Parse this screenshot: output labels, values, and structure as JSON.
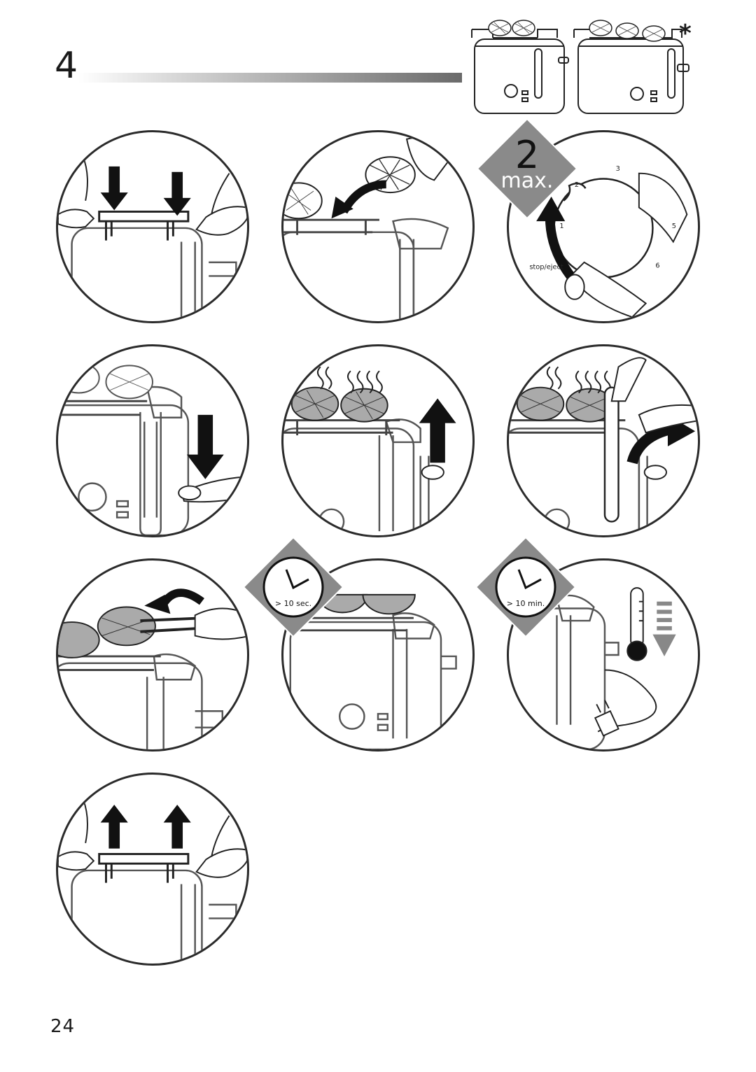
{
  "section": {
    "number": "4"
  },
  "header": {
    "asterisk": "*"
  },
  "steps": {
    "step3": {
      "badge_number": "2",
      "badge_label": "max.",
      "dial_labels": [
        "1",
        "2",
        "3",
        "5",
        "6"
      ],
      "stop_label": "stop/eject"
    },
    "step8": {
      "timer_label": "> 10 sec."
    },
    "step9": {
      "timer_label": "> 10 min."
    }
  },
  "footer": {
    "page_number": "24"
  }
}
